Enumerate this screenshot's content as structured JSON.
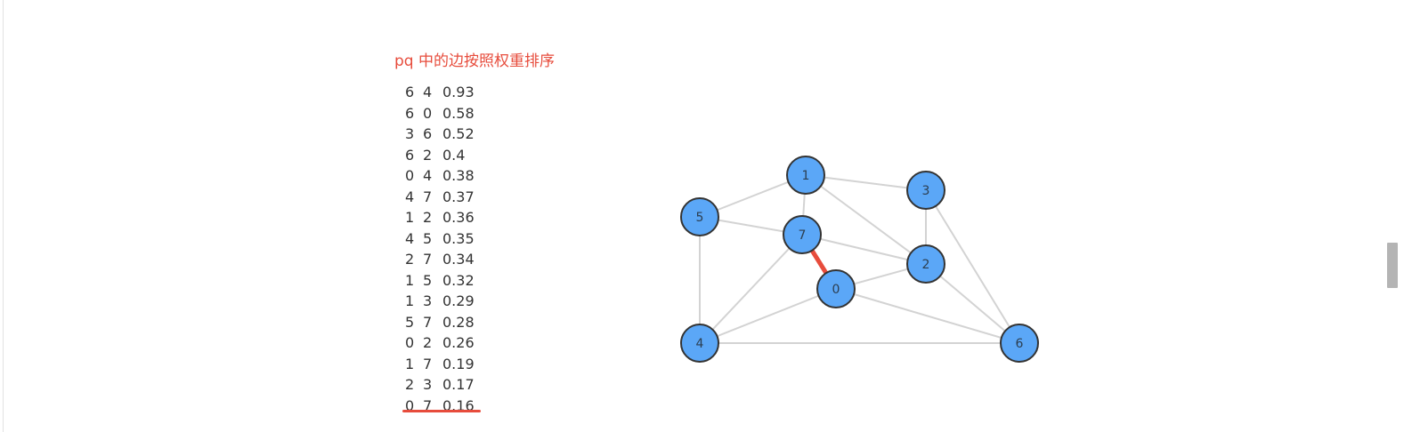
{
  "title": "pq 中的边按照权重排序",
  "edges": [
    {
      "v": "6",
      "w": "4",
      "weight": "0.93"
    },
    {
      "v": "6",
      "w": "0",
      "weight": "0.58"
    },
    {
      "v": "3",
      "w": "6",
      "weight": "0.52"
    },
    {
      "v": "6",
      "w": "2",
      "weight": "0.4"
    },
    {
      "v": "0",
      "w": "4",
      "weight": "0.38"
    },
    {
      "v": "4",
      "w": "7",
      "weight": "0.37"
    },
    {
      "v": "1",
      "w": "2",
      "weight": "0.36"
    },
    {
      "v": "4",
      "w": "5",
      "weight": "0.35"
    },
    {
      "v": "2",
      "w": "7",
      "weight": "0.34"
    },
    {
      "v": "1",
      "w": "5",
      "weight": "0.32"
    },
    {
      "v": "1",
      "w": "3",
      "weight": "0.29"
    },
    {
      "v": "5",
      "w": "7",
      "weight": "0.28"
    },
    {
      "v": "0",
      "w": "2",
      "weight": "0.26"
    },
    {
      "v": "1",
      "w": "7",
      "weight": "0.19"
    },
    {
      "v": "2",
      "w": "3",
      "weight": "0.17"
    },
    {
      "v": "0",
      "w": "7",
      "weight": "0.16"
    }
  ],
  "graph": {
    "nodes": [
      {
        "id": "1",
        "label": "1"
      },
      {
        "id": "3",
        "label": "3"
      },
      {
        "id": "5",
        "label": "5"
      },
      {
        "id": "7",
        "label": "7"
      },
      {
        "id": "2",
        "label": "2"
      },
      {
        "id": "0",
        "label": "0"
      },
      {
        "id": "4",
        "label": "4"
      },
      {
        "id": "6",
        "label": "6"
      }
    ],
    "edges": [
      {
        "from": "5",
        "to": "1"
      },
      {
        "from": "1",
        "to": "3"
      },
      {
        "from": "1",
        "to": "7"
      },
      {
        "from": "1",
        "to": "2"
      },
      {
        "from": "3",
        "to": "2"
      },
      {
        "from": "3",
        "to": "6"
      },
      {
        "from": "5",
        "to": "7"
      },
      {
        "from": "5",
        "to": "4"
      },
      {
        "from": "7",
        "to": "2"
      },
      {
        "from": "7",
        "to": "0",
        "highlight": true
      },
      {
        "from": "7",
        "to": "4"
      },
      {
        "from": "0",
        "to": "2"
      },
      {
        "from": "0",
        "to": "4"
      },
      {
        "from": "0",
        "to": "6"
      },
      {
        "from": "2",
        "to": "6"
      },
      {
        "from": "4",
        "to": "6"
      }
    ]
  },
  "colors": {
    "node_fill": "#5ba7f7",
    "node_stroke": "#333333",
    "edge": "#d3d3d3",
    "highlight": "#e74c3c",
    "title": "#e74c3c"
  }
}
